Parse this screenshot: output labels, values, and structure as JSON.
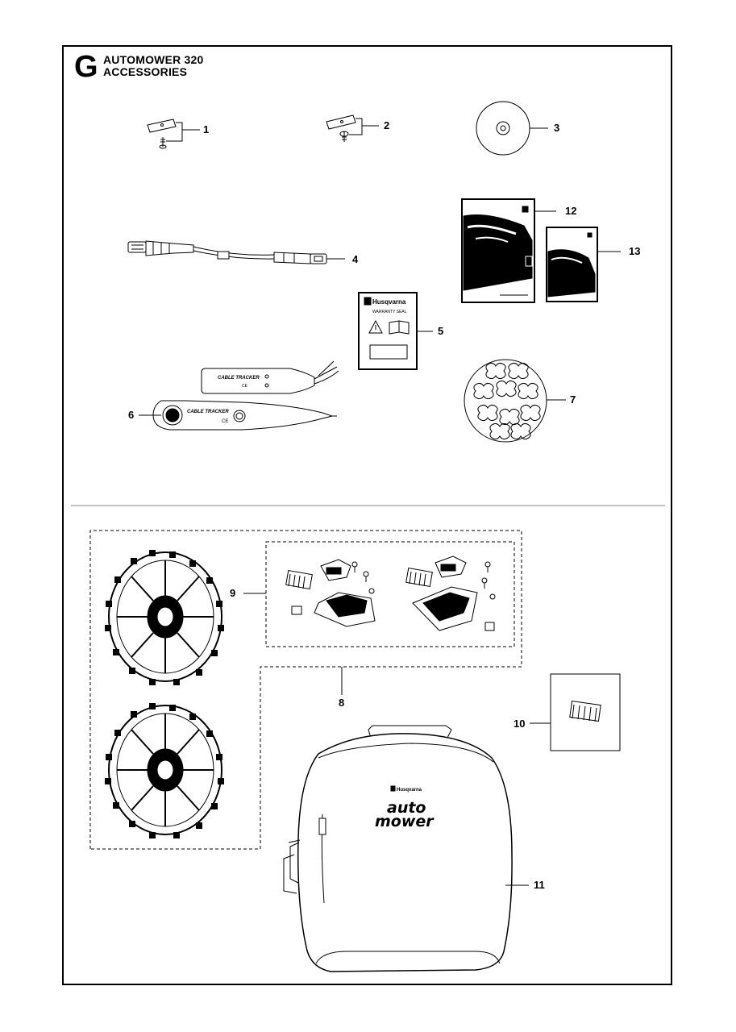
{
  "header": {
    "section_letter": "G",
    "title_line1": "AUTOMOWER 320",
    "title_line2": "ACCESSORIES"
  },
  "labels": {
    "cable_tracker": "CABLE TRACKER",
    "ce_mark": "CE",
    "brand": "Husqvarna",
    "warranty_seal": "WARRANTY SEAL",
    "bag_brand_line1": "auto",
    "bag_brand_line2": "mower"
  },
  "callouts": {
    "p1": "1",
    "p2": "2",
    "p3": "3",
    "p4": "4",
    "p5": "5",
    "p6": "6",
    "p7": "7",
    "p8": "8",
    "p9": "9",
    "p10": "10",
    "p11": "11",
    "p12": "12",
    "p13": "13"
  },
  "colors": {
    "line": "#000000",
    "background": "#ffffff",
    "divider": "#888888"
  }
}
